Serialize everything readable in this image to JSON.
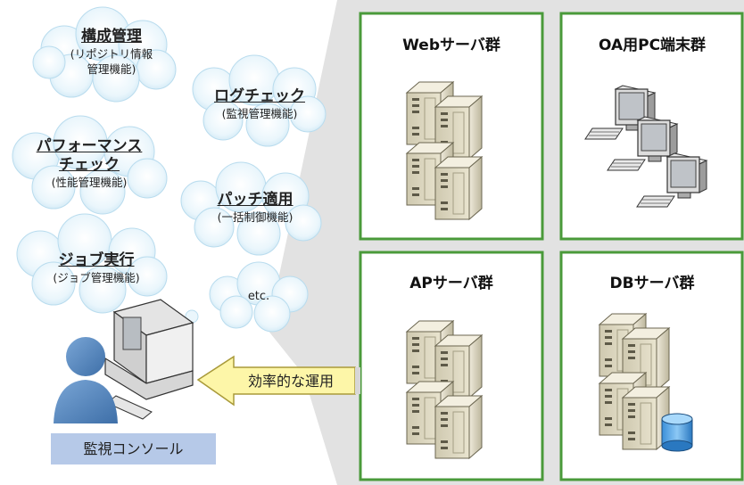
{
  "clouds": [
    {
      "title": "構成管理",
      "sub": [
        "(リポジトリ情報",
        "管理機能)"
      ]
    },
    {
      "title": "ログチェック",
      "sub": [
        "(監視管理機能)"
      ]
    },
    {
      "title": "パフォーマンス",
      "title2": "チェック",
      "sub": [
        "(性能管理機能)"
      ]
    },
    {
      "title": "パッチ適用",
      "sub": [
        "(一括制御機能)"
      ]
    },
    {
      "title": "ジョブ実行",
      "sub": [
        "(ジョブ管理機能)"
      ]
    },
    {
      "title": "",
      "sub": [
        "etc."
      ]
    }
  ],
  "console_label": "監視コンソール",
  "arrow_label": "効率的な運用",
  "groups": [
    {
      "title": "Webサーバ群",
      "icon": "server-rack-icon"
    },
    {
      "title": "OA用PC端末群",
      "icon": "pc-terminals-icon"
    },
    {
      "title": "APサーバ群",
      "icon": "server-rack-icon"
    },
    {
      "title": "DBサーバ群",
      "icon": "database-server-icon"
    }
  ],
  "colors": {
    "group_border": "#4a9a3a",
    "panel": "#e2e2e2",
    "arrow": "#fdf6a8",
    "badge": "#b6c9e8",
    "cloud": "#d9edf7"
  }
}
